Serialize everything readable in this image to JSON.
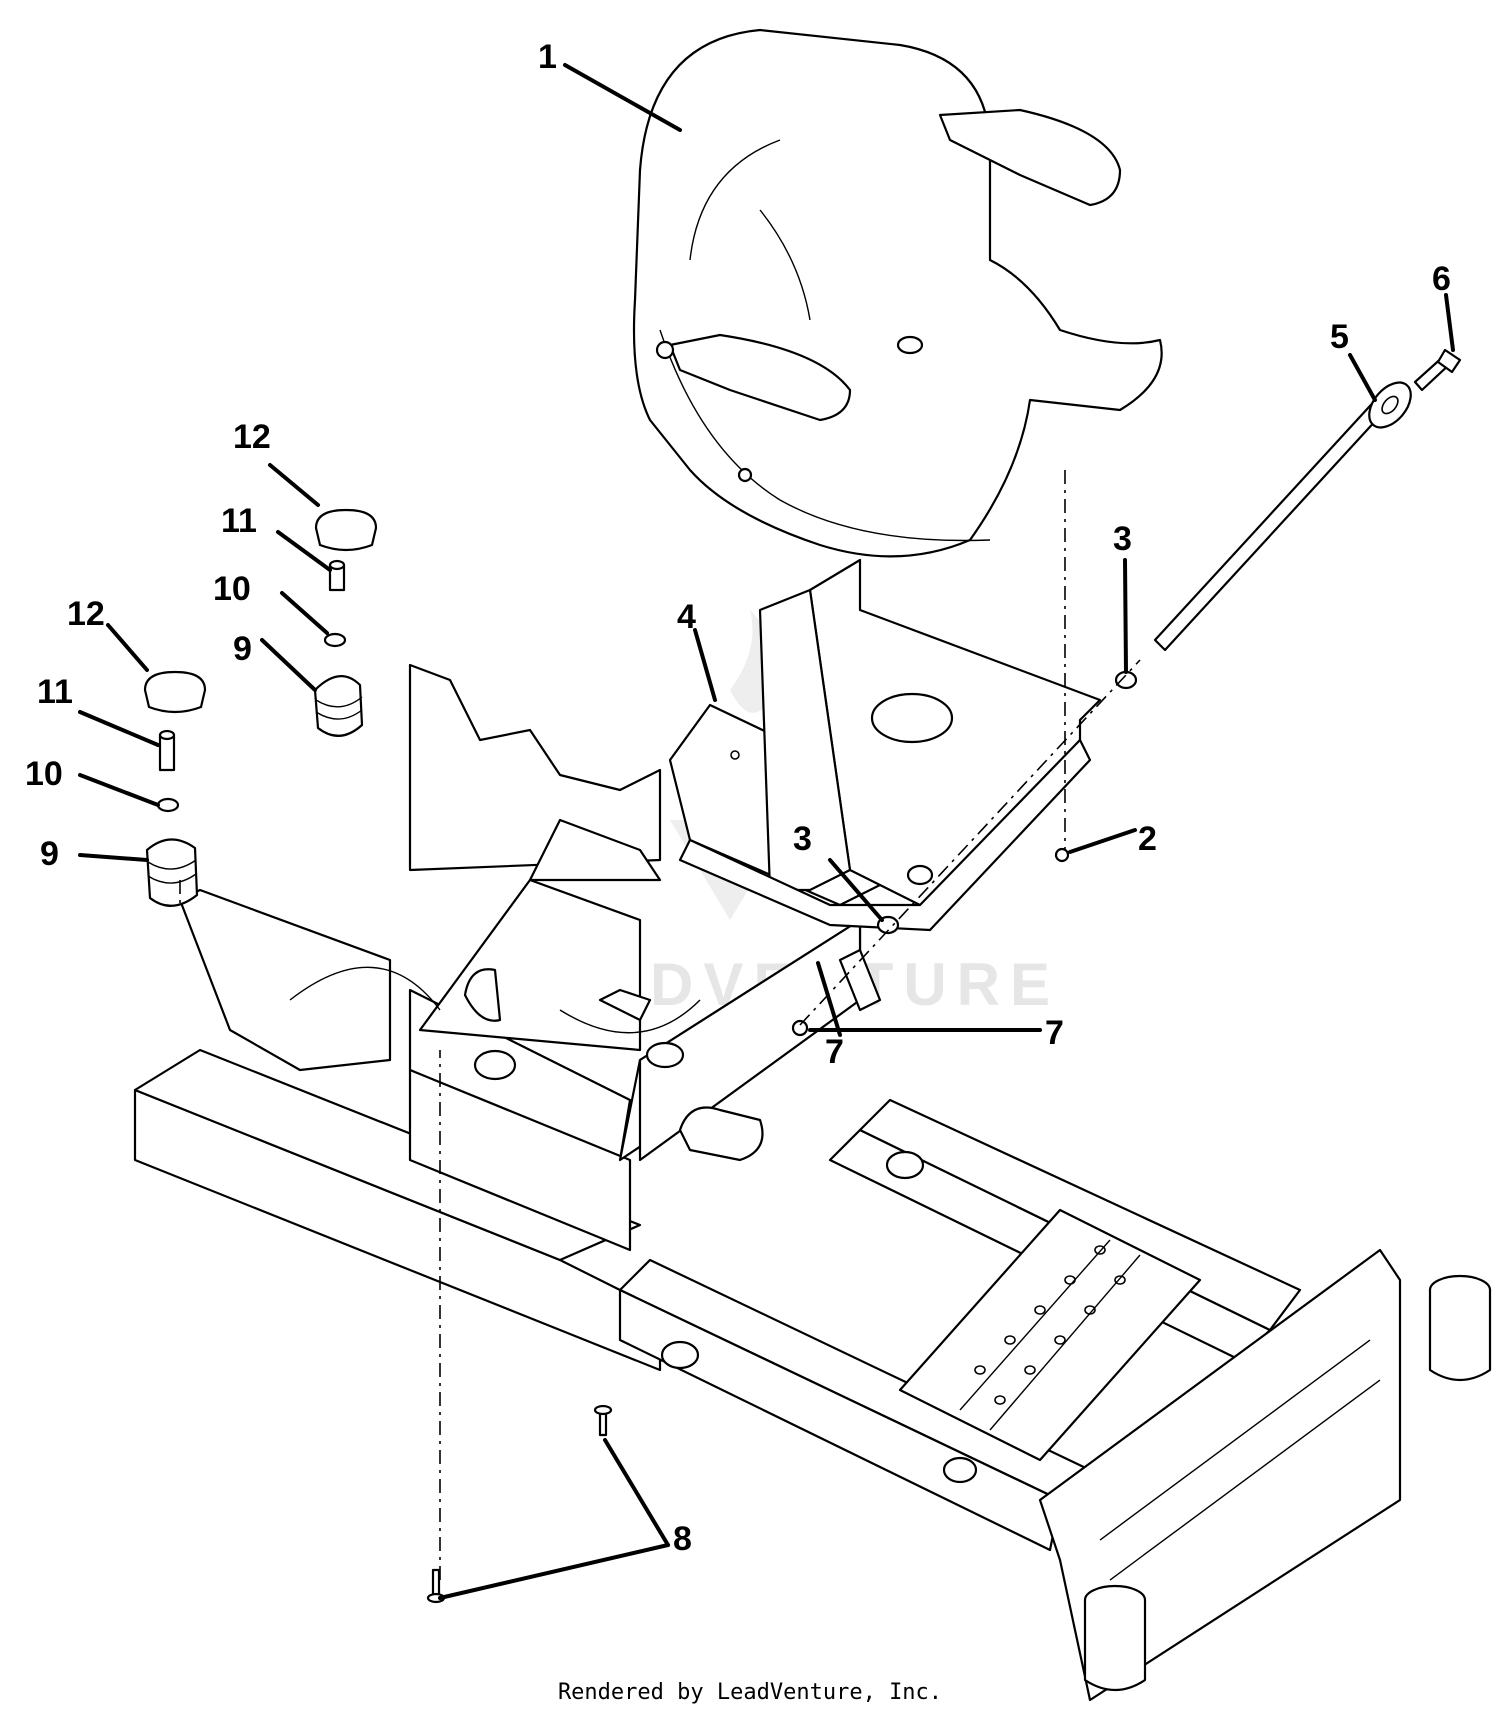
{
  "callouts": {
    "c1": "1",
    "c2": "2",
    "c3a": "3",
    "c3b": "3",
    "c4": "4",
    "c5": "5",
    "c6": "6",
    "c7a": "7",
    "c7b": "7",
    "c8": "8",
    "c9a": "9",
    "c9b": "9",
    "c10a": "10",
    "c10b": "10",
    "c11a": "11",
    "c11b": "11",
    "c12a": "12",
    "c12b": "12"
  },
  "watermark": "LEADVENTURE",
  "footer": "Rendered by LeadVenture, Inc."
}
